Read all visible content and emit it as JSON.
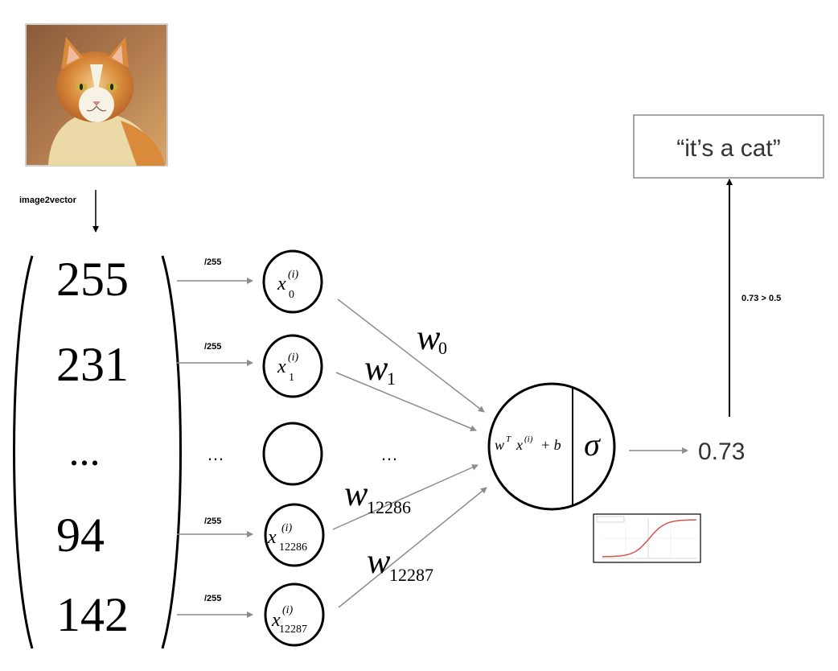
{
  "step_label": "image2vector",
  "vector": {
    "values": [
      "255",
      "231",
      "...",
      "94",
      "142"
    ]
  },
  "normalize_label": "/255",
  "ellipsis": "…",
  "inputs": {
    "symbol": "x",
    "superscript": "(i)",
    "subscripts": [
      "0",
      "1",
      "",
      "12286",
      "12287"
    ]
  },
  "weights": {
    "symbol": "w",
    "subscripts": [
      "0",
      "1",
      "12286",
      "12287"
    ]
  },
  "neuron": {
    "linear_w": "w",
    "linear_T": "T",
    "linear_x": "x",
    "linear_i": "(i)",
    "linear_tail": "+ b",
    "activation": "σ"
  },
  "output_value": "0.73",
  "threshold_label": "0.73 > 0.5",
  "result_label": "“it’s a cat”",
  "colors": {
    "line": "#000000",
    "arrow_gray": "#8c8c8c",
    "box_border": "#888888",
    "sigmoid_curve": "#d9534f"
  }
}
